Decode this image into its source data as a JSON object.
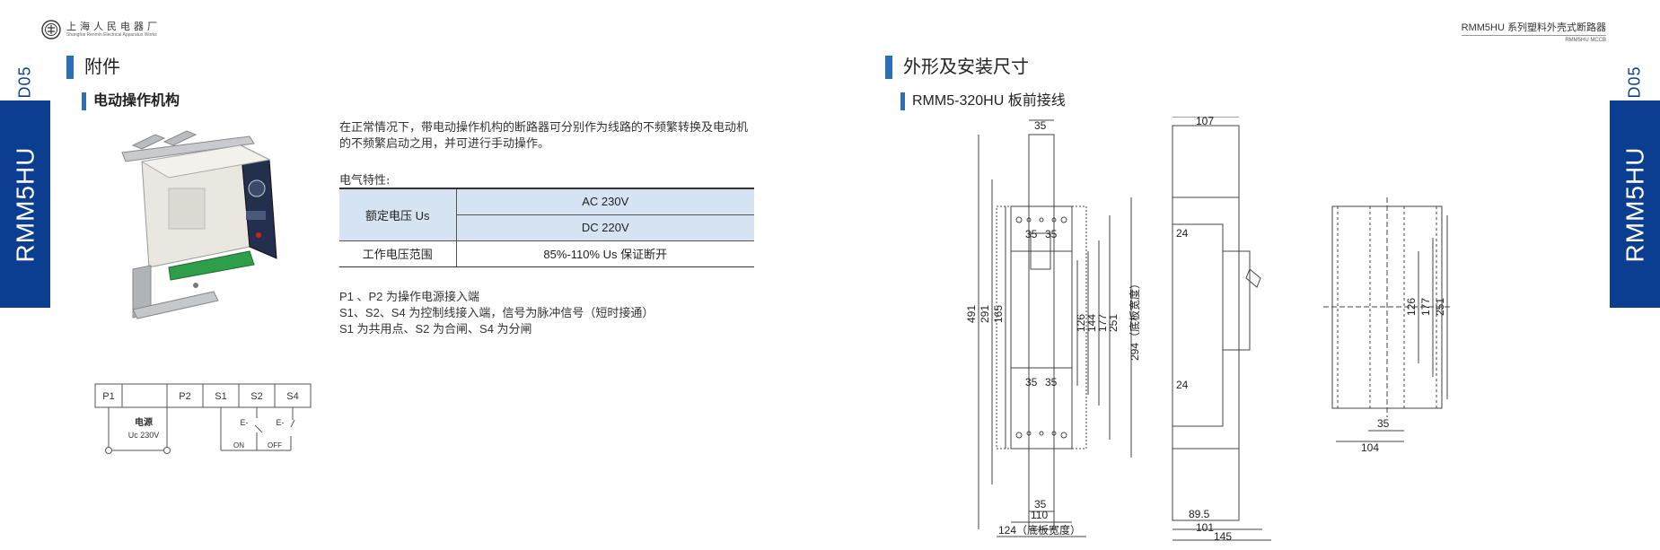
{
  "header": {
    "company_cn": "上海人民电器厂",
    "company_en": "Shanghai Renmin Electrical Apparatus Works",
    "series_model": "RMM5HU",
    "series_title": "系列塑料外壳式断路器",
    "series_sub": "RMM5HU MCCB"
  },
  "side_tab": {
    "code": "D05",
    "model": "RMM5HU"
  },
  "left": {
    "section_title": "附件",
    "subsection_title": "电动操作机构",
    "description": "在正常情况下，带电动操作机构的断路器可分别作为线路的不频繁转换及电动机的不频繁启动之用，并可进行手动操作。",
    "elec_label": "电气特性:",
    "spec": {
      "rated_voltage_label": "额定电压 Us",
      "rated_voltage_ac": "AC 230V",
      "rated_voltage_dc": "DC 220V",
      "working_range_label": "工作电压范围",
      "working_range_value": "85%-110% Us 保证断开"
    },
    "notes": [
      "P1 、P2 为操作电源接入端",
      "S1、S2、S4 为控制线接入端，信号为脉冲信号（短时接通）",
      "S1 为共用点、S2 为合闸、S4 为分闸"
    ],
    "wiring": {
      "terminals": [
        "P1",
        "",
        "P2",
        "S1",
        "S2",
        "S4"
      ],
      "power_label": "电源",
      "power_voltage": "Uc 230V",
      "switch_on": "ON",
      "switch_off": "OFF",
      "switch_symbol": "E-"
    }
  },
  "right": {
    "section_title": "外形及安装尺寸",
    "subsection_title": "RMM5-320HU 板前接线",
    "dims": {
      "d35_top": "35",
      "d35a": "35",
      "d35b": "35",
      "d35c": "35",
      "d35d": "35",
      "d35_bottom": "35",
      "d491": "491",
      "d291": "291",
      "d165": "165",
      "d126": "126",
      "d144": "144",
      "d177": "177",
      "d251": "251",
      "d294": "294（底板宽度）",
      "d110": "110",
      "d124": "124（底板宽度）",
      "d107": "107",
      "d24a": "24",
      "d24b": "24",
      "d89_5": "89.5",
      "d101": "101",
      "d145": "145",
      "d126b": "126",
      "d177b": "177",
      "d251b": "251",
      "d35e": "35",
      "d104": "104"
    }
  }
}
